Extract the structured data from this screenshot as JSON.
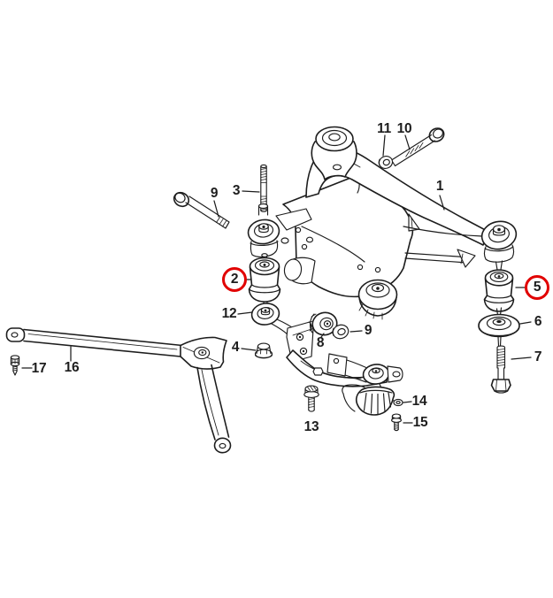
{
  "colors": {
    "background": "#ffffff",
    "line": "#1d1d1d",
    "highlight": "#e10000"
  },
  "callouts": {
    "c1": {
      "text": "1",
      "highlighted": false
    },
    "c2": {
      "text": "2",
      "highlighted": true
    },
    "c3": {
      "text": "3",
      "highlighted": false
    },
    "c4": {
      "text": "4",
      "highlighted": false
    },
    "c5": {
      "text": "5",
      "highlighted": true
    },
    "c6": {
      "text": "6",
      "highlighted": false
    },
    "c7": {
      "text": "7",
      "highlighted": false
    },
    "c8": {
      "text": "8",
      "highlighted": false
    },
    "c9a": {
      "text": "9",
      "highlighted": false
    },
    "c9b": {
      "text": "9",
      "highlighted": false
    },
    "c10": {
      "text": "10",
      "highlighted": false
    },
    "c11": {
      "text": "11",
      "highlighted": false
    },
    "c12": {
      "text": "12",
      "highlighted": false
    },
    "c13": {
      "text": "13",
      "highlighted": false
    },
    "c14": {
      "text": "14",
      "highlighted": false
    },
    "c15": {
      "text": "15",
      "highlighted": false
    },
    "c16": {
      "text": "16",
      "highlighted": false
    },
    "c17": {
      "text": "17",
      "highlighted": false
    }
  }
}
